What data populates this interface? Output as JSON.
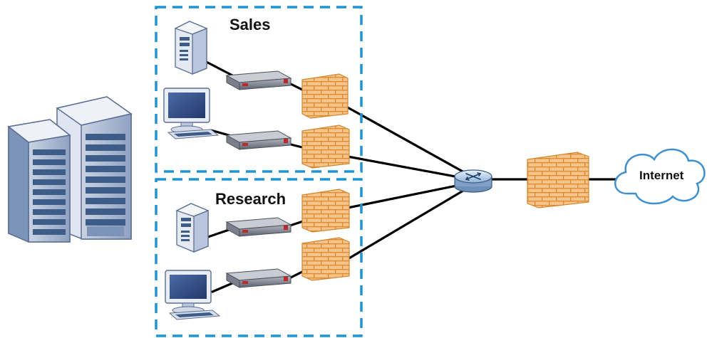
{
  "groups": {
    "sales": {
      "label": "Sales"
    },
    "research": {
      "label": "Research"
    }
  },
  "internet": {
    "label": "Internet"
  },
  "colors": {
    "zone_border": "#1f94d3",
    "firewall_brick": "#f6c48a",
    "firewall_mortar": "#e08a2e",
    "link_line": "#000000",
    "device_body": "#8a8f9c",
    "device_accent": "#c0272d",
    "server_blue": "#3e5c88",
    "cloud_fill": "#ffffff",
    "cloud_stroke": "#3e8fcf"
  },
  "icons": {
    "server_cluster": "server-rack-icon",
    "tower_pc": "tower-computer-icon",
    "workstation": "desktop-workstation-icon",
    "gateway": "security-gateway-icon",
    "firewall": "firewall-icon",
    "router": "router-icon",
    "cloud": "cloud-icon"
  }
}
